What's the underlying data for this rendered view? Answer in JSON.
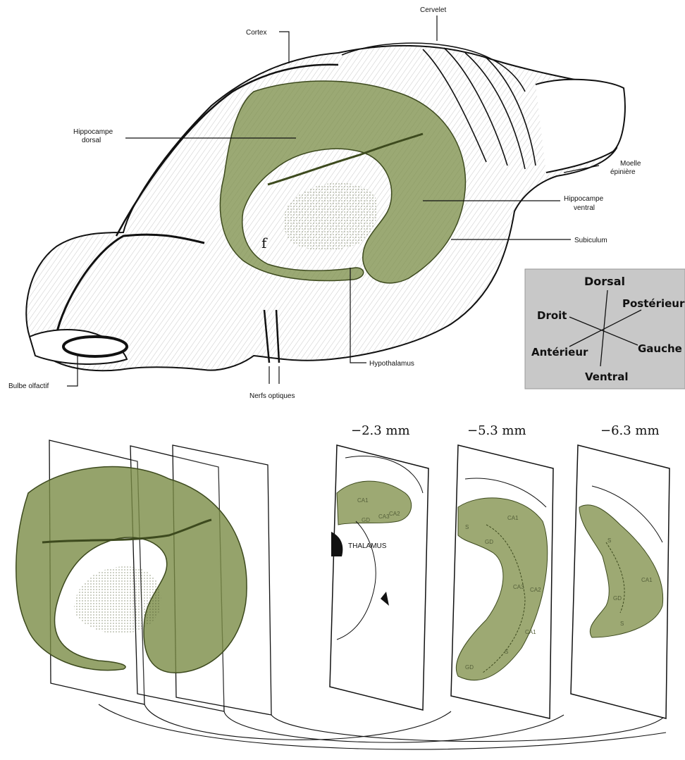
{
  "labels": {
    "cervelet": "Cervelet",
    "cortex": "Cortex",
    "hippocampe_dorsal_1": "Hippocampe",
    "hippocampe_dorsal_2": "dorsal",
    "moelle_1": "Moelle",
    "moelle_2": "épinière",
    "hippocampe_ventral_1": "Hippocampe",
    "hippocampe_ventral_2": "ventral",
    "subiculum": "Subiculum",
    "hypothalamus": "Hypothalamus",
    "bulbe_olfactif": "Bulbe olfactif",
    "nerfs_optiques": "Nerfs optiques",
    "fornix": "f"
  },
  "orientation": {
    "dorsal": "Dorsal",
    "ventral": "Ventral",
    "droit": "Droit",
    "gauche": "Gauche",
    "anterieur": "Antérieur",
    "posterieur": "Postérieur"
  },
  "sections": [
    {
      "depth": "−2.3 mm",
      "thalamus": "THALAMUS",
      "ca1": "CA1",
      "ca3": "CA3",
      "ca2": "CA2",
      "gd": "GD"
    },
    {
      "depth": "−5.3 mm",
      "s": "S",
      "ca1": "CA1",
      "gd": "GD",
      "ca3": "CA3",
      "ca2": "CA2",
      "ca1b": "CA1",
      "s2": "S",
      "gd2": "GD"
    },
    {
      "depth": "−6.3 mm",
      "s": "S",
      "ca1": "CA1",
      "gd": "GD",
      "s2": "S"
    }
  ],
  "colors": {
    "hippocampus": "#7a8c46",
    "hippocampus_fill": "#8c9a5a",
    "orientation_box": "#c8c8c8",
    "ink": "#111111"
  }
}
